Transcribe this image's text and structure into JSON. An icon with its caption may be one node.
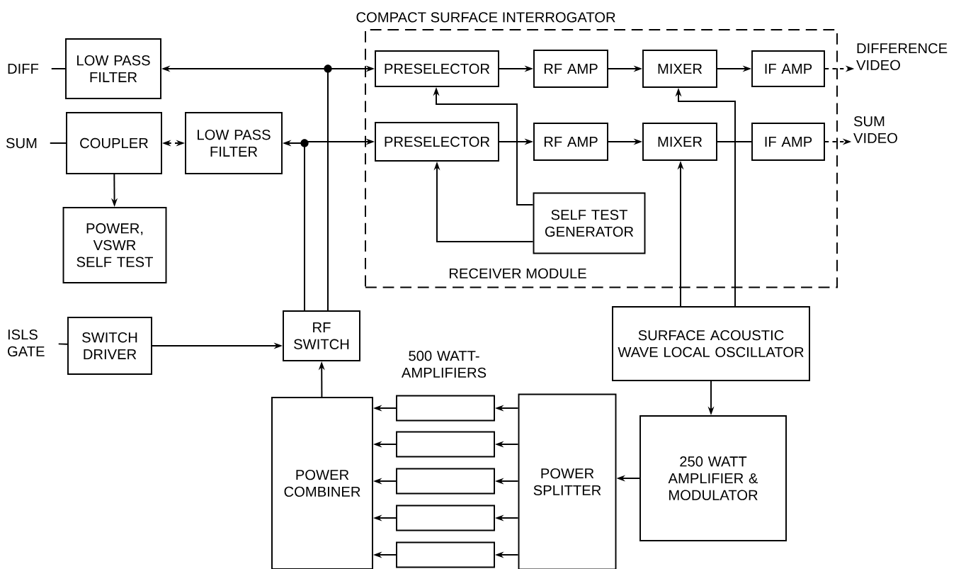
{
  "diagram": {
    "nodes": [
      {
        "text": [
          "DIFF"
        ]
      },
      {
        "text": [
          "LOW PASS FILTER"
        ]
      },
      {
        "text": [
          "SUM"
        ]
      },
      {
        "text": [
          "COUPLER"
        ]
      },
      {
        "text": [
          "LOW PASS FILTER"
        ]
      },
      {
        "text": [
          "POWER, VSWR SELF TEST"
        ]
      },
      {
        "text": [
          "ISLS GATE"
        ]
      },
      {
        "text": [
          "SWITCH DRIVER"
        ]
      },
      {
        "text": [
          "RF SWITCH"
        ]
      },
      {
        "text": [
          "COMPACT SURFACE INTERROGATOR",
          "RECEIVER MODULE"
        ]
      },
      {
        "text": [
          "PRESELECTOR"
        ],
        "in": 9
      },
      {
        "text": [
          "RF AMP"
        ],
        "in": 9
      },
      {
        "text": [
          "MIXER"
        ],
        "in": 9
      },
      {
        "text": [
          "IF AMP"
        ],
        "in": 9
      },
      {
        "text": [
          "DIFFERENCE VIDEO"
        ]
      },
      {
        "text": [
          "PRESELECTOR"
        ],
        "in": 9
      },
      {
        "text": [
          "RF AMP"
        ],
        "in": 9
      },
      {
        "text": [
          "MIXER"
        ],
        "in": 9
      },
      {
        "text": [
          "IF AMP"
        ],
        "in": 9
      },
      {
        "text": [
          "SUM VIDEO"
        ]
      },
      {
        "text": [
          "SELF TEST GENERATOR"
        ],
        "in": 9
      },
      {
        "text": [
          "SURFACE ACOUSTIC WAVE LOCAL OSCILLATOR"
        ]
      },
      {
        "text": [
          "250 WATT AMPLIFIER & MODULATOR"
        ]
      },
      {
        "text": [
          "POWER COMBINER"
        ]
      },
      {
        "text": [],
        "shape": "box"
      },
      {
        "text": [],
        "shape": "box"
      },
      {
        "text": [],
        "shape": "box"
      },
      {
        "text": [],
        "shape": "box"
      },
      {
        "text": [],
        "shape": "box"
      },
      {
        "text": [
          "POWER SPLITTER"
        ]
      }
    ],
    "edges": [
      {
        "from": 0,
        "to": 1,
        "arrow": "none"
      },
      {
        "from": 2,
        "to": 3,
        "arrow": "none"
      },
      {
        "from": 6,
        "to": 7,
        "arrow": "none"
      },
      {
        "from": 3,
        "to": 4,
        "arrow": "both",
        "style": "dashed"
      },
      {
        "from": 3,
        "to": 5,
        "arrow": "to"
      },
      {
        "from": 7,
        "to": 8,
        "arrow": "to"
      },
      {
        "from": 8,
        "to": 1,
        "arrow": "to"
      },
      {
        "from": 8,
        "to": 10,
        "arrow": "to"
      },
      {
        "from": 8,
        "to": 4,
        "arrow": "to"
      },
      {
        "from": 8,
        "to": 15,
        "arrow": "to"
      },
      {
        "from": 10,
        "to": 11,
        "arrow": "to"
      },
      {
        "from": 11,
        "to": 12,
        "arrow": "to"
      },
      {
        "from": 12,
        "to": 13,
        "arrow": "to"
      },
      {
        "from": 13,
        "to": 14,
        "arrow": "to",
        "style": "dashed"
      },
      {
        "from": 15,
        "to": 16,
        "arrow": "to"
      },
      {
        "from": 16,
        "to": 17,
        "arrow": "to"
      },
      {
        "from": 17,
        "to": 18,
        "arrow": "none"
      },
      {
        "from": 18,
        "to": 19,
        "arrow": "to",
        "style": "dashed"
      },
      {
        "from": 20,
        "to": 10,
        "arrow": "to"
      },
      {
        "from": 20,
        "to": 15,
        "arrow": "to"
      },
      {
        "from": 21,
        "to": 17,
        "arrow": "to"
      },
      {
        "from": 21,
        "to": 12,
        "arrow": "to"
      },
      {
        "from": 21,
        "to": 22,
        "arrow": "to"
      },
      {
        "from": 22,
        "to": 29,
        "arrow": "to"
      },
      {
        "from": 29,
        "to": 24,
        "arrow": "to"
      },
      {
        "from": 29,
        "to": 25,
        "arrow": "to"
      },
      {
        "from": 29,
        "to": 26,
        "arrow": "to"
      },
      {
        "from": 29,
        "to": 27,
        "arrow": "to"
      },
      {
        "from": 29,
        "to": 28,
        "arrow": "to"
      },
      {
        "from": 24,
        "to": 23,
        "arrow": "to"
      },
      {
        "from": 25,
        "to": 23,
        "arrow": "to"
      },
      {
        "from": 26,
        "to": 23,
        "arrow": "to"
      },
      {
        "from": 27,
        "to": 23,
        "arrow": "to"
      },
      {
        "from": 28,
        "to": 23,
        "arrow": "to"
      },
      {
        "from": 23,
        "to": 8,
        "arrow": "to"
      }
    ],
    "labels": [
      "500 WATT- AMPLIFIERS"
    ]
  }
}
